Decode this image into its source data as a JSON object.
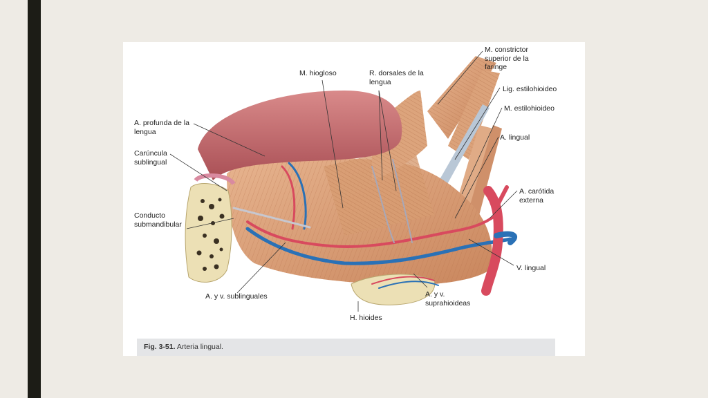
{
  "figure": {
    "labels": {
      "constrictor": "M. constrictor\nsuperior de la\nfaringe",
      "hiogloso": "M. hiogloso",
      "dorsales": "R. dorsales de la\nlengua",
      "estilohioideo_lig": "Lig. estilohioideo",
      "estilohioideo_m": "M. estilohioideo",
      "profunda": "A. profunda de la\nlengua",
      "caruncula": "Carúncula\nsublingual",
      "lingual_a": "A. lingual",
      "carotida": "A. carótida\nexterna",
      "conducto": "Conducto\nsubmandibular",
      "lingual_v": "V. lingual",
      "sublinguales": "A. y v. sublinguales",
      "suprahioideas": "A. y v.\nsuprahioideas",
      "hioides": "H. hioides"
    },
    "caption": {
      "number": "Fig. 3-51.",
      "text": "Arteria lingual."
    }
  },
  "colors": {
    "background": "#eeebe5",
    "side_bar": "#1c1c16",
    "muscle": "#d9a078",
    "tongue": "#c4706f",
    "artery": "#d84a5e",
    "vein": "#2a71b6",
    "bone": "#e8dcb0"
  }
}
